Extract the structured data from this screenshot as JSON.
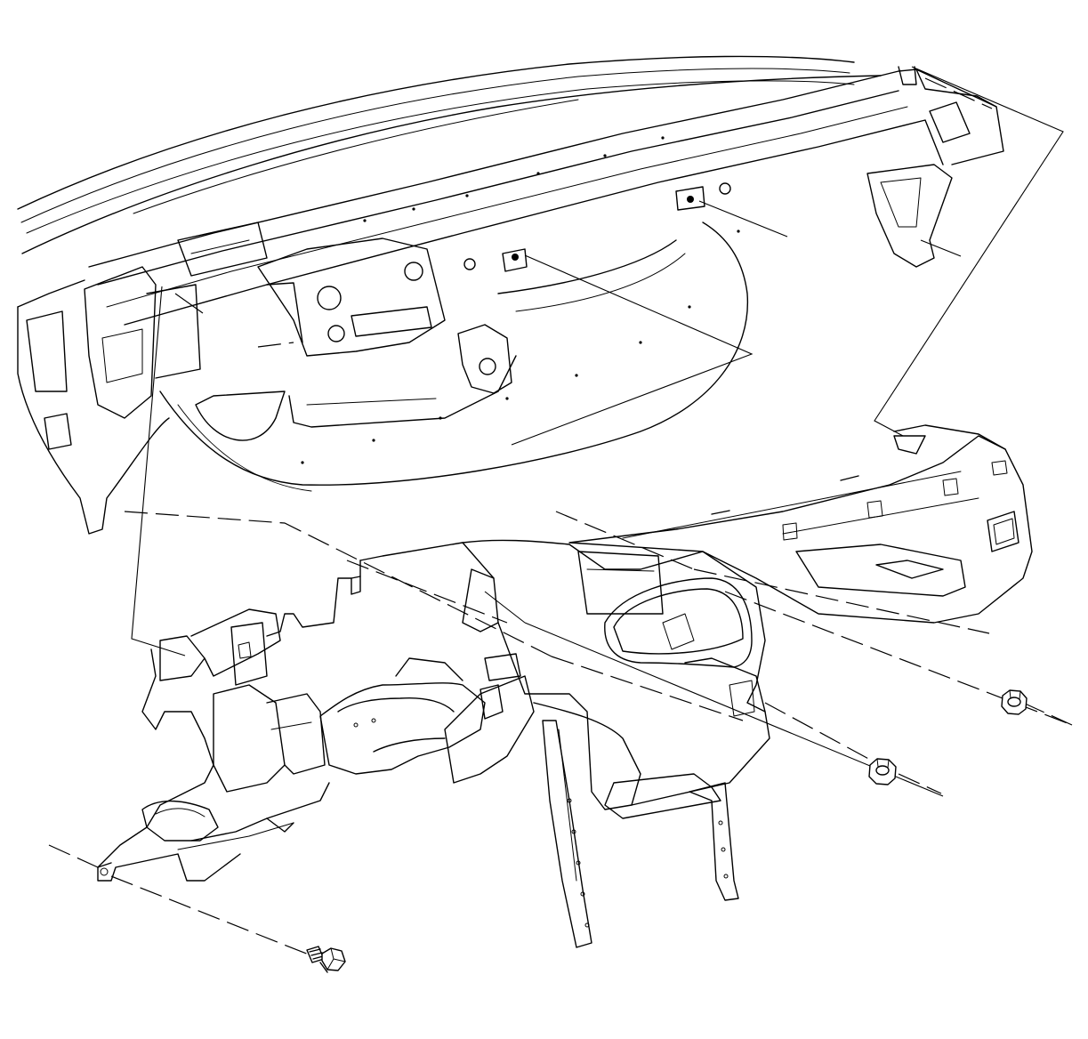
{
  "diagram": {
    "line_color": "#000000",
    "background_color": "#ffffff",
    "fasteners": [
      {
        "kind": "nut",
        "icon": "hex-flange-nut-icon"
      },
      {
        "kind": "nut",
        "icon": "hex-flange-nut-icon"
      },
      {
        "kind": "bolt",
        "icon": "hex-bolt-icon"
      }
    ]
  }
}
